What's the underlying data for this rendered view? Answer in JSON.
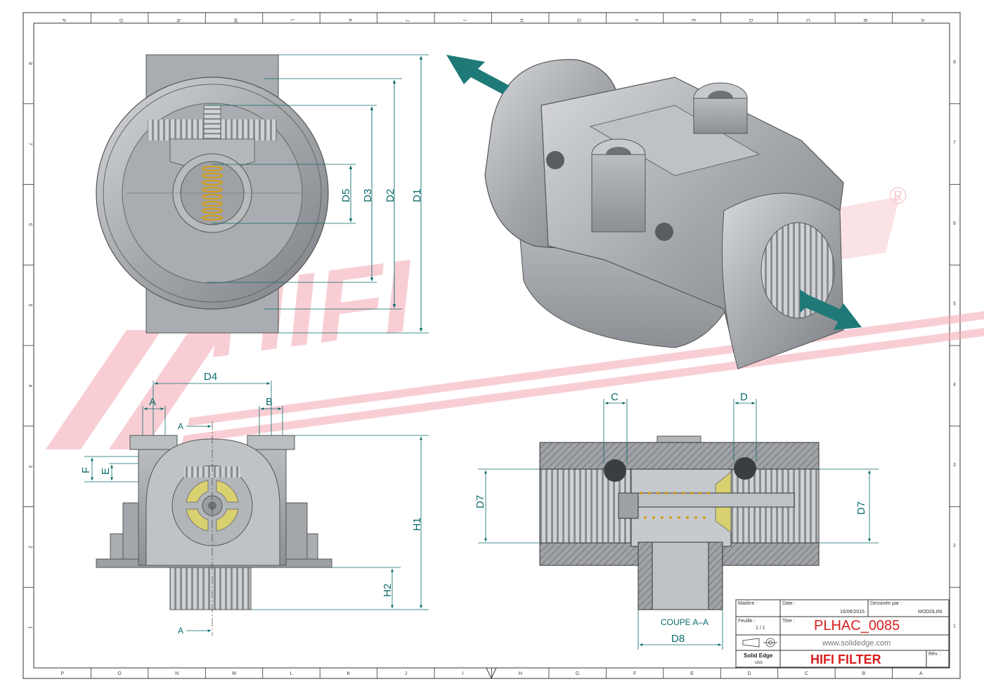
{
  "watermark": {
    "brand": "HIFI",
    "registered_mark": "®"
  },
  "border_zones": {
    "top": [
      "P",
      "O",
      "N",
      "M",
      "L",
      "K",
      "J",
      "I",
      "H",
      "G",
      "F",
      "E",
      "D",
      "C",
      "B",
      "A"
    ],
    "bottom": [
      "P",
      "O",
      "N",
      "M",
      "L",
      "K",
      "J",
      "I",
      "H",
      "G",
      "F",
      "E",
      "D",
      "C",
      "B",
      "A"
    ],
    "left": [
      "8",
      "7",
      "6",
      "5",
      "4",
      "3",
      "2",
      "1"
    ],
    "right": [
      "8",
      "7",
      "6",
      "5",
      "4",
      "3",
      "2",
      "1"
    ]
  },
  "views": {
    "top": {
      "dimensions": [
        "D1",
        "D2",
        "D3",
        "D5"
      ]
    },
    "front": {
      "dimensions": [
        "D4",
        "A",
        "B",
        "F",
        "E",
        "H1",
        "H2"
      ],
      "section_marks": [
        "A",
        "A"
      ]
    },
    "section": {
      "dimensions": [
        "C",
        "D",
        "D7",
        "D7",
        "D8"
      ],
      "caption": "COUPE A–A"
    }
  },
  "title_block": {
    "material_label": "Matière :",
    "date_label": "Date :",
    "date_value": "16/06/2015",
    "drawer_label": "Dessinée par :",
    "drawer_value": "MODOLINI",
    "sheet_label": "Feuille :",
    "sheet_value": "1 / 1",
    "title_label": "Titre :",
    "title_value": "PLHAC_0085",
    "website": "www.solidedge.com",
    "software": "Solid Edge",
    "software_sub": "UGS",
    "company": "HIFI FILTER",
    "revision_label": "Rév. :"
  },
  "colors": {
    "dimension": "#0b6a6a",
    "arrow": "#1f7a77",
    "watermark": "#e85d6e",
    "title_red": "#d81e1e",
    "part_gray": "#a3a6aa",
    "spring": "#d4a020",
    "seal_yellow": "#d9d070"
  }
}
